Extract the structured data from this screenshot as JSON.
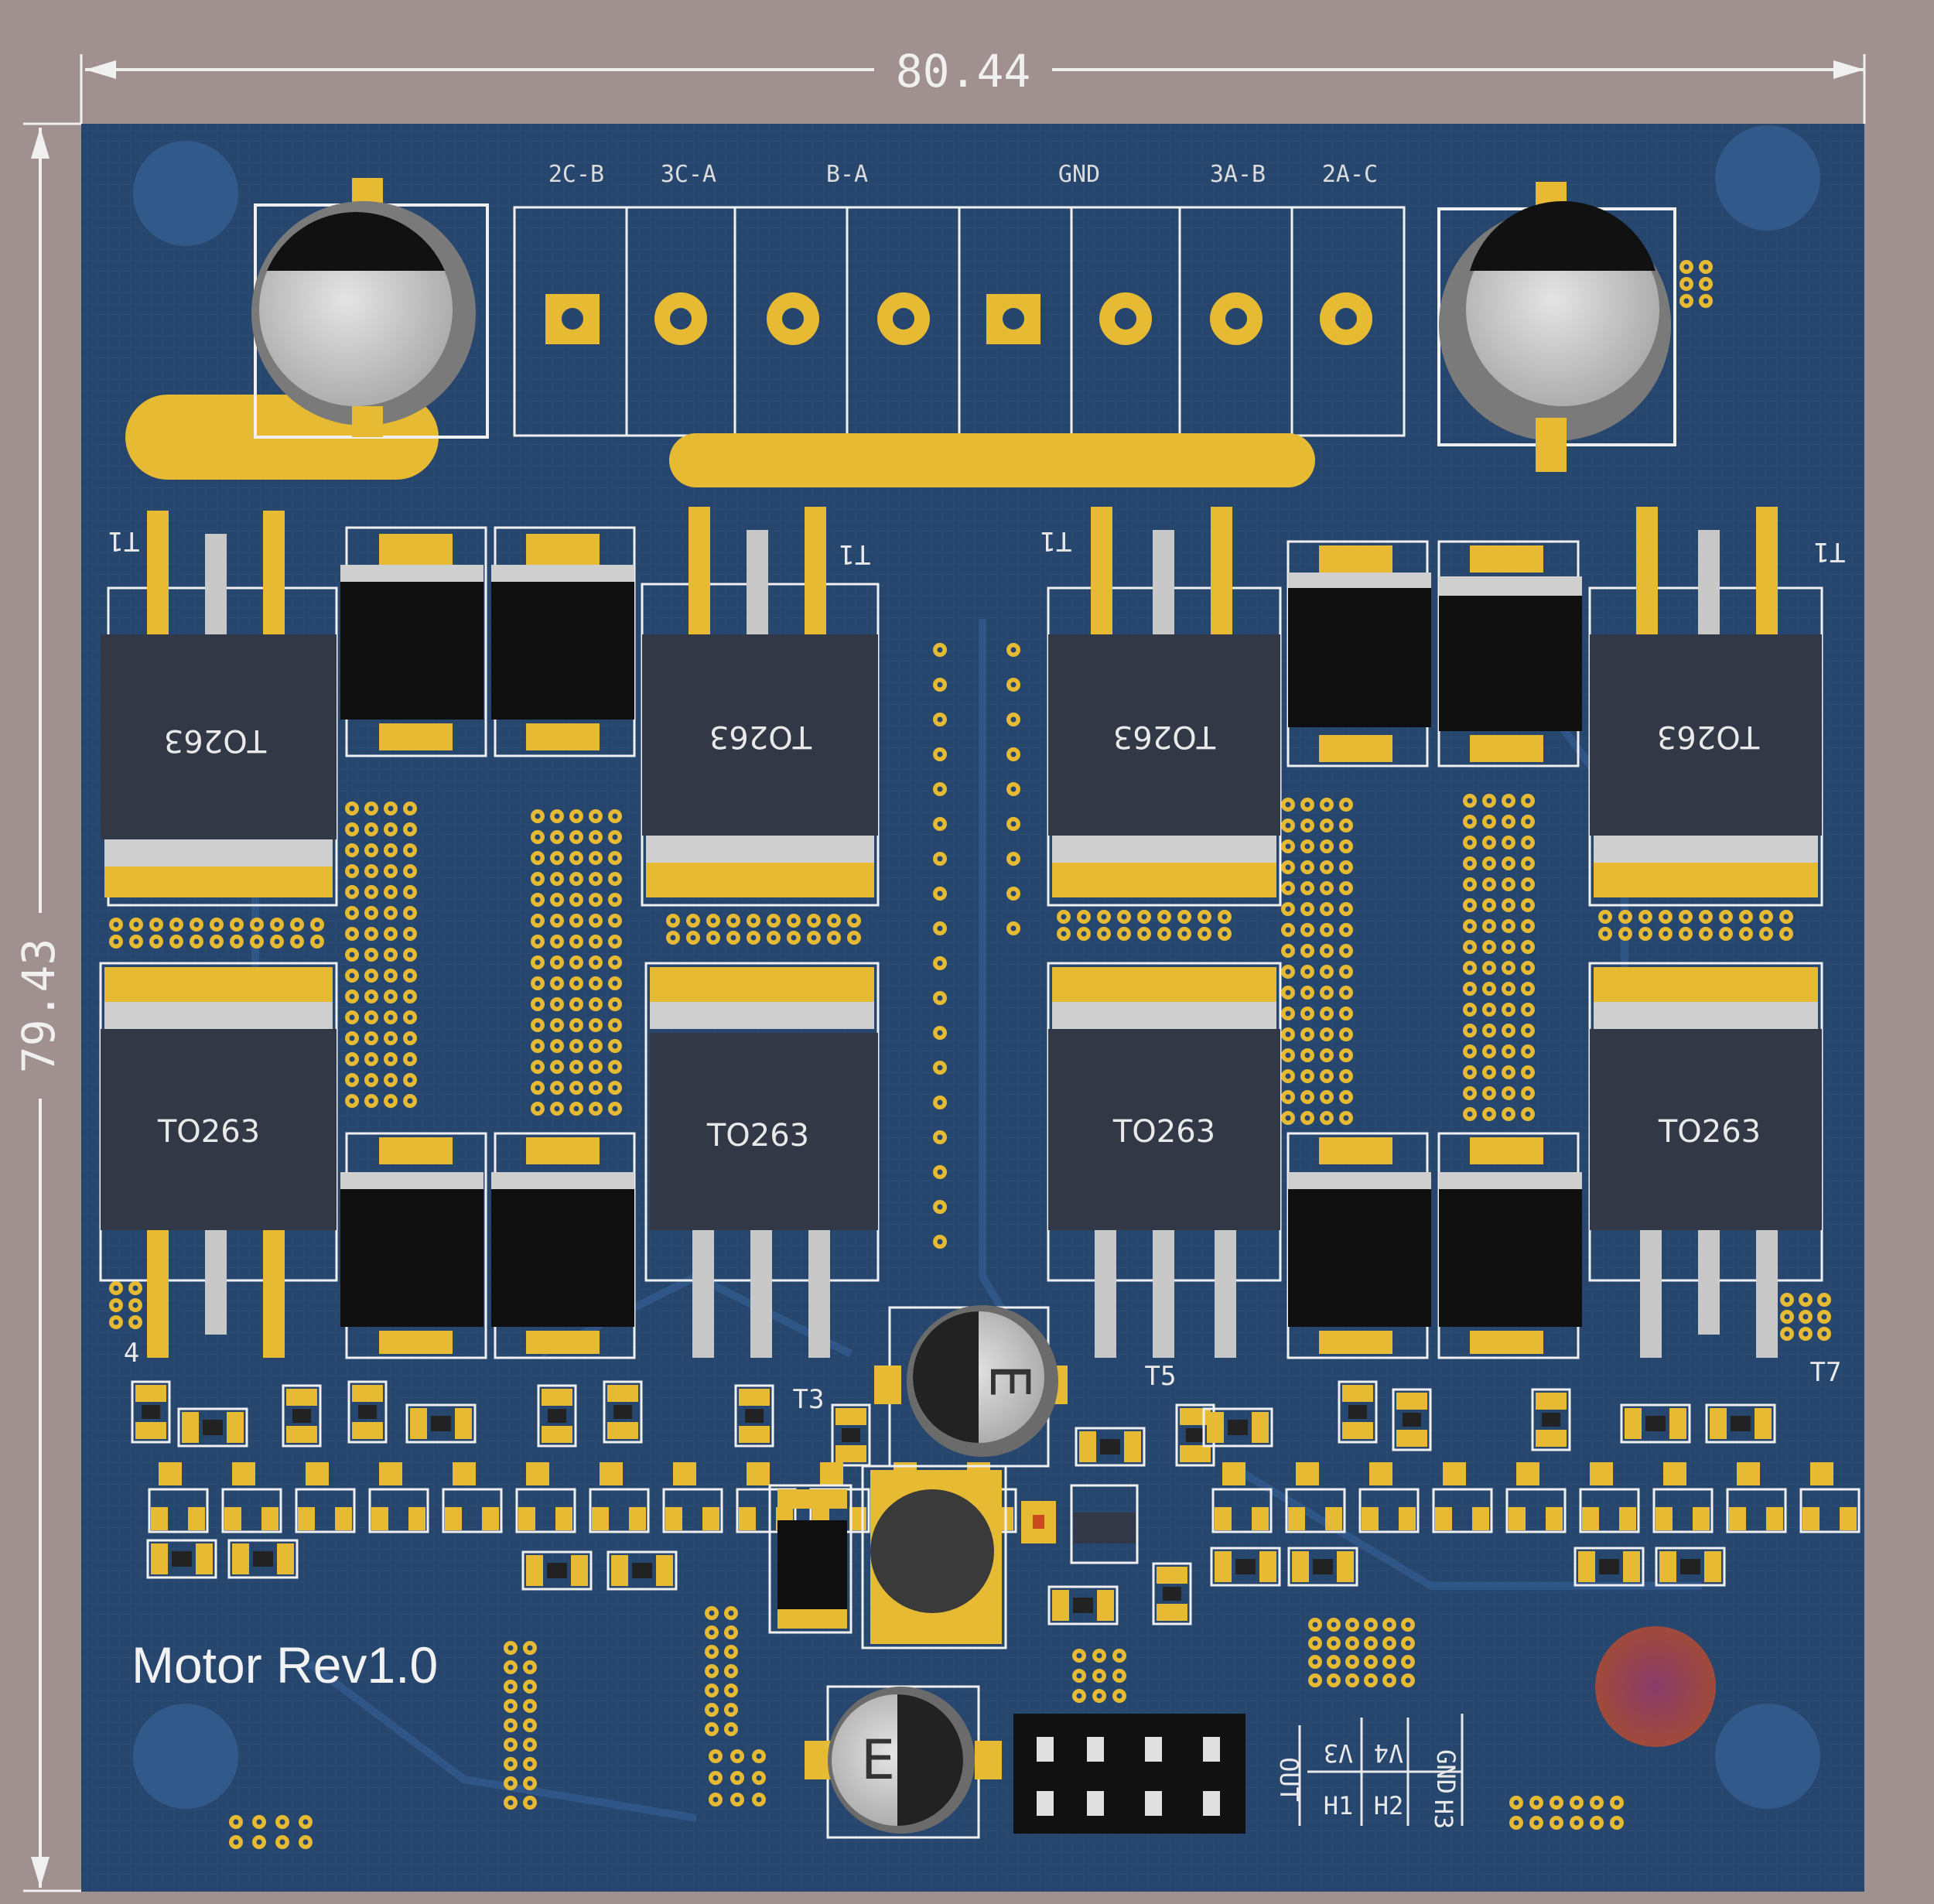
{
  "dimensions": {
    "width": "80.44",
    "height": "79.43"
  },
  "board_title": "Motor Rev1.0",
  "package_label": "TO263",
  "connector_labels": [
    "2C-B",
    "3C-A",
    "B-A",
    "GND",
    "3A-B",
    "2A-C"
  ],
  "designators": [
    "T1",
    "T1",
    "T1",
    "T1",
    "T3",
    "T5",
    "T7",
    "4"
  ],
  "cap_marking": "E",
  "header_labels": [
    "OUT",
    "V3",
    "V4",
    "GND",
    "H1",
    "H2",
    "H3"
  ],
  "colors": {
    "board": "#27466e",
    "frame": "#a09090",
    "copper": "#e6ba33",
    "ic_body": "#323846",
    "silkscreen": "#e9e9e9"
  }
}
